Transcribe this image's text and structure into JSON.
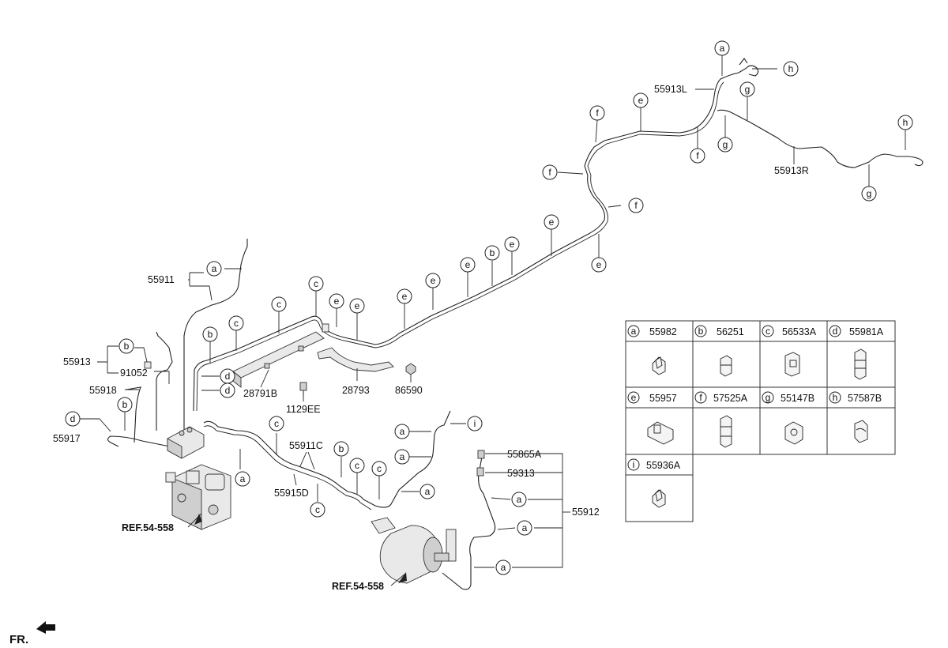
{
  "parts": {
    "p55911": "55911",
    "p55913": "55913",
    "p91052": "91052",
    "p55918": "55918",
    "p55917": "55917",
    "p28791B": "28791B",
    "p1129EE": "1129EE",
    "p28793": "28793",
    "p86590": "86590",
    "p55911C": "55911C",
    "p55915D": "55915D",
    "p55865A": "55865A",
    "p59313": "59313",
    "p55912": "55912",
    "p55913L": "55913L",
    "p55913R": "55913R"
  },
  "refs": {
    "ref1": "REF.54-558",
    "ref2": "REF.54-558"
  },
  "front_label": "FR.",
  "callouts": [
    {
      "id": "c1",
      "letter": "a"
    },
    {
      "id": "c2",
      "letter": "a"
    },
    {
      "id": "c3",
      "letter": "a"
    },
    {
      "id": "c4",
      "letter": "a"
    },
    {
      "id": "c5",
      "letter": "a"
    },
    {
      "id": "c6",
      "letter": "a"
    },
    {
      "id": "c7",
      "letter": "a"
    },
    {
      "id": "c8",
      "letter": "a"
    },
    {
      "id": "c9",
      "letter": "a"
    },
    {
      "id": "c10",
      "letter": "b"
    },
    {
      "id": "c11",
      "letter": "b"
    },
    {
      "id": "c12",
      "letter": "b"
    },
    {
      "id": "c13",
      "letter": "b"
    },
    {
      "id": "c14",
      "letter": "b"
    },
    {
      "id": "c15",
      "letter": "c"
    },
    {
      "id": "c16",
      "letter": "c"
    },
    {
      "id": "c17",
      "letter": "c"
    },
    {
      "id": "c18",
      "letter": "c"
    },
    {
      "id": "c19",
      "letter": "c"
    },
    {
      "id": "c20",
      "letter": "c"
    },
    {
      "id": "c21",
      "letter": "c"
    },
    {
      "id": "c22",
      "letter": "d"
    },
    {
      "id": "c23",
      "letter": "d"
    },
    {
      "id": "c24",
      "letter": "d"
    },
    {
      "id": "c25",
      "letter": "e"
    },
    {
      "id": "c26",
      "letter": "e"
    },
    {
      "id": "c27",
      "letter": "e"
    },
    {
      "id": "c28",
      "letter": "e"
    },
    {
      "id": "c29",
      "letter": "e"
    },
    {
      "id": "c30",
      "letter": "e"
    },
    {
      "id": "c31",
      "letter": "e"
    },
    {
      "id": "c32",
      "letter": "e"
    },
    {
      "id": "c33",
      "letter": "e"
    },
    {
      "id": "c34",
      "letter": "f"
    },
    {
      "id": "c35",
      "letter": "f"
    },
    {
      "id": "c36",
      "letter": "f"
    },
    {
      "id": "c37",
      "letter": "f"
    },
    {
      "id": "c38",
      "letter": "g"
    },
    {
      "id": "c39",
      "letter": "g"
    },
    {
      "id": "c40",
      "letter": "g"
    },
    {
      "id": "c41",
      "letter": "h"
    },
    {
      "id": "c42",
      "letter": "h"
    },
    {
      "id": "c43",
      "letter": "i"
    }
  ],
  "legend": [
    {
      "letter": "a",
      "part": "55982"
    },
    {
      "letter": "b",
      "part": "56251"
    },
    {
      "letter": "c",
      "part": "56533A"
    },
    {
      "letter": "d",
      "part": "55981A"
    },
    {
      "letter": "e",
      "part": "55957"
    },
    {
      "letter": "f",
      "part": "57525A"
    },
    {
      "letter": "g",
      "part": "55147B"
    },
    {
      "letter": "h",
      "part": "57587B"
    },
    {
      "letter": "i",
      "part": "55936A"
    }
  ]
}
